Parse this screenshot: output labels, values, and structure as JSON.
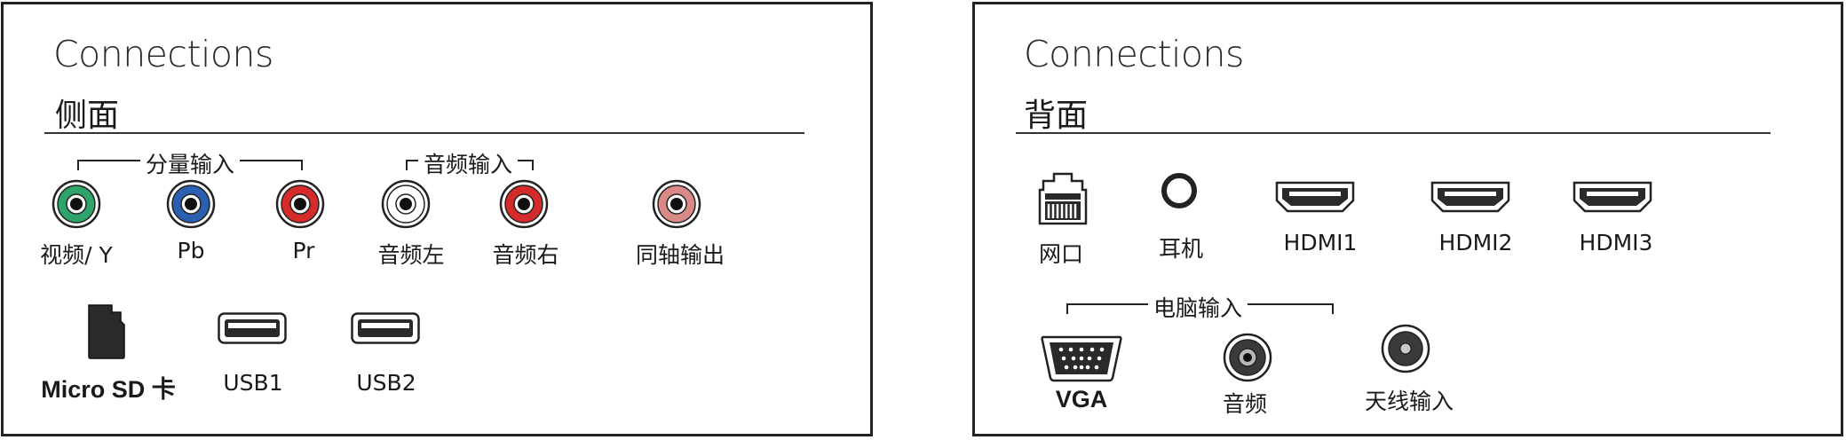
{
  "left_panel": {
    "heading": "Connections",
    "subheading": "侧面",
    "groups": {
      "component": "分量输入",
      "audio_in": "音频输入"
    },
    "ports": {
      "video_y": "视频/ Y",
      "pb": "Pb",
      "pr": "Pr",
      "audio_left": "音频左",
      "audio_right": "音频右",
      "coax_out": "同轴输出",
      "micro_sd": "Micro SD 卡",
      "usb1": "USB1",
      "usb2": "USB2"
    },
    "colors": {
      "green": "#2ea36a",
      "blue": "#2b5fb0",
      "red": "#d62b2b",
      "white": "#ffffff",
      "coax": "#d98a86"
    }
  },
  "right_panel": {
    "heading": "Connections",
    "subheading": "背面",
    "groups": {
      "pc_in": "电脑输入"
    },
    "ports": {
      "network": "网口",
      "headphone": "耳机",
      "hdmi1": "HDMI1",
      "hdmi2": "HDMI2",
      "hdmi3": "HDMI3",
      "vga": "VGA",
      "pc_audio": "音频",
      "antenna": "天线输入"
    }
  }
}
